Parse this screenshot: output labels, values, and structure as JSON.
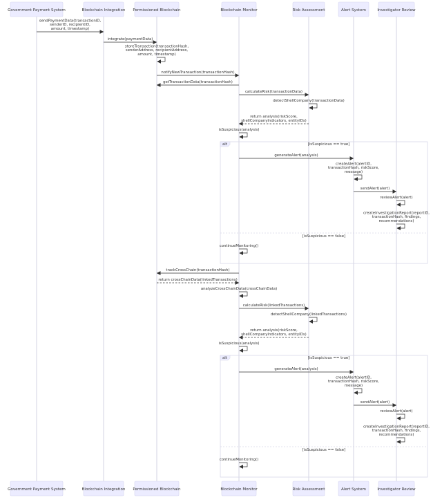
{
  "participants": [
    "Government Payment System",
    "Blockchain Integration",
    "Permissioned Blockchain",
    "Blockchain Monitor",
    "Risk Assessment",
    "Alert System",
    "Investigator Review"
  ],
  "messages": [
    {
      "from": 0,
      "to": 1,
      "lines": [
        "sendPaymentData(transactionID,",
        "senderID, recipientID,",
        "amount, timestamp)"
      ],
      "style": "solid"
    },
    {
      "from": 1,
      "to": 2,
      "lines": [
        "integrate(paymentData)"
      ],
      "style": "solid"
    },
    {
      "from": 2,
      "to": 2,
      "lines": [
        "storeTransaction(transactionHash,",
        "senderAddress, recipientAddress,",
        "amount, timestamp)"
      ],
      "style": "self"
    },
    {
      "from": 2,
      "to": 3,
      "lines": [
        "notifyNewTransaction(transactionHash)"
      ],
      "style": "solid"
    },
    {
      "from": 3,
      "to": 2,
      "lines": [
        "getTransactionData(transactionHash)"
      ],
      "style": "solid"
    },
    {
      "from": 3,
      "to": 4,
      "lines": [
        "calculateRisk(transactionData)"
      ],
      "style": "solid"
    },
    {
      "from": 4,
      "to": 4,
      "lines": [
        "detectShellCompany(transactionData)"
      ],
      "style": "self"
    },
    {
      "from": 4,
      "to": 3,
      "lines": [
        "return analysis(riskScore,",
        "shellCompanyIndicators, entityIDs)"
      ],
      "style": "dashed"
    },
    {
      "from": 3,
      "to": 3,
      "lines": [
        "isSuspicious(analysis)"
      ],
      "style": "self"
    },
    {
      "from": 3,
      "to": 5,
      "lines": [
        "generateAlert(analysis)"
      ],
      "style": "solid"
    },
    {
      "from": 5,
      "to": 5,
      "lines": [
        "createAlert(alertID,",
        "transactionHash, riskScore,",
        "message)"
      ],
      "style": "self"
    },
    {
      "from": 5,
      "to": 6,
      "lines": [
        "sendAlert(alert)"
      ],
      "style": "solid"
    },
    {
      "from": 6,
      "to": 6,
      "lines": [
        "reviewAlert(alert)"
      ],
      "style": "self"
    },
    {
      "from": 6,
      "to": 6,
      "lines": [
        "createInvestigationReport(reportID,",
        "transactionHash, findings,",
        "recommendations)"
      ],
      "style": "self"
    },
    {
      "from": 3,
      "to": 3,
      "lines": [
        "continueMonitoring()"
      ],
      "style": "self"
    },
    {
      "from": 3,
      "to": 2,
      "lines": [
        "trackCrossChain(transactionHash)"
      ],
      "style": "solid"
    },
    {
      "from": 2,
      "to": 3,
      "lines": [
        "return crossChainData(linkedTransactions)"
      ],
      "style": "dashed"
    },
    {
      "from": 3,
      "to": 3,
      "lines": [
        "analyzeCrossChainData(crossChainData)"
      ],
      "style": "self"
    },
    {
      "from": 3,
      "to": 4,
      "lines": [
        "calculateRisk(linkedTransactions)"
      ],
      "style": "solid"
    },
    {
      "from": 4,
      "to": 4,
      "lines": [
        "detectShellCompany(linkedTransactions)"
      ],
      "style": "self"
    },
    {
      "from": 4,
      "to": 3,
      "lines": [
        "return analysis(riskScore,",
        "shellCompanyIndicators, entityIDs)"
      ],
      "style": "dashed"
    },
    {
      "from": 3,
      "to": 3,
      "lines": [
        "isSuspicious(analysis)"
      ],
      "style": "self"
    },
    {
      "from": 3,
      "to": 5,
      "lines": [
        "generateAlert(analysis)"
      ],
      "style": "solid"
    },
    {
      "from": 5,
      "to": 5,
      "lines": [
        "createAlert(alertID,",
        "transactionHash, riskScore,",
        "message)"
      ],
      "style": "self"
    },
    {
      "from": 5,
      "to": 6,
      "lines": [
        "sendAlert(alert)"
      ],
      "style": "solid"
    },
    {
      "from": 6,
      "to": 6,
      "lines": [
        "reviewAlert(alert)"
      ],
      "style": "self"
    },
    {
      "from": 6,
      "to": 6,
      "lines": [
        "createInvestigationReport(reportID,",
        "transactionHash, findings,",
        "recommendations)"
      ],
      "style": "self"
    },
    {
      "from": 3,
      "to": 3,
      "lines": [
        "continueMonitoring()"
      ],
      "style": "self"
    }
  ],
  "fragments": [
    {
      "kind": "alt",
      "condition_true": "[isSuspicious == true]",
      "condition_false": "[isSuspicious == false]"
    },
    {
      "kind": "alt",
      "condition_true": "[isSuspicious == true]",
      "condition_false": "[isSuspicious == false]"
    }
  ],
  "colors": {
    "actor_fill": "#ececff",
    "actor_border": "#d6d6f0",
    "lifeline": "#c8c8dc",
    "arrow": "#333333",
    "frame": "#d8d8e8",
    "text": "#333333"
  }
}
